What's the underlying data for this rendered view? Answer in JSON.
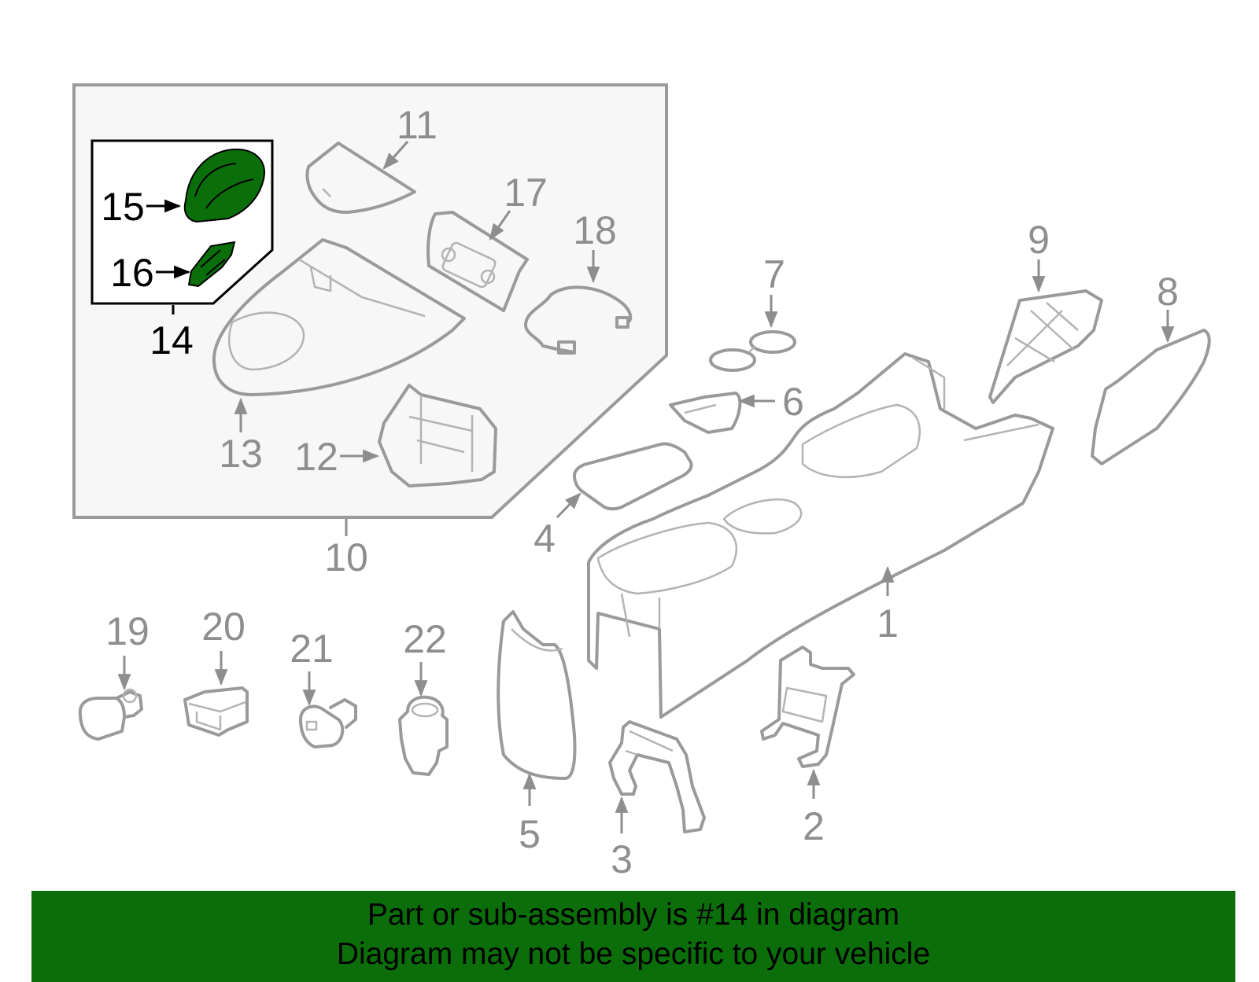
{
  "callouts": {
    "c1": "1",
    "c2": "2",
    "c3": "3",
    "c4": "4",
    "c5": "5",
    "c6": "6",
    "c7": "7",
    "c8": "8",
    "c9": "9",
    "c10": "10",
    "c11": "11",
    "c12": "12",
    "c13": "13",
    "c14": "14",
    "c15": "15",
    "c16": "16",
    "c17": "17",
    "c18": "18",
    "c19": "19",
    "c20": "20",
    "c21": "21",
    "c22": "22"
  },
  "banner": {
    "line1": "Part or sub-assembly is #14 in diagram",
    "line2": "Diagram may not be specific to your vehicle"
  },
  "colors": {
    "highlight": "#0a6e0a",
    "banner": "#0b6e0b",
    "line": "#9a9a9a"
  }
}
